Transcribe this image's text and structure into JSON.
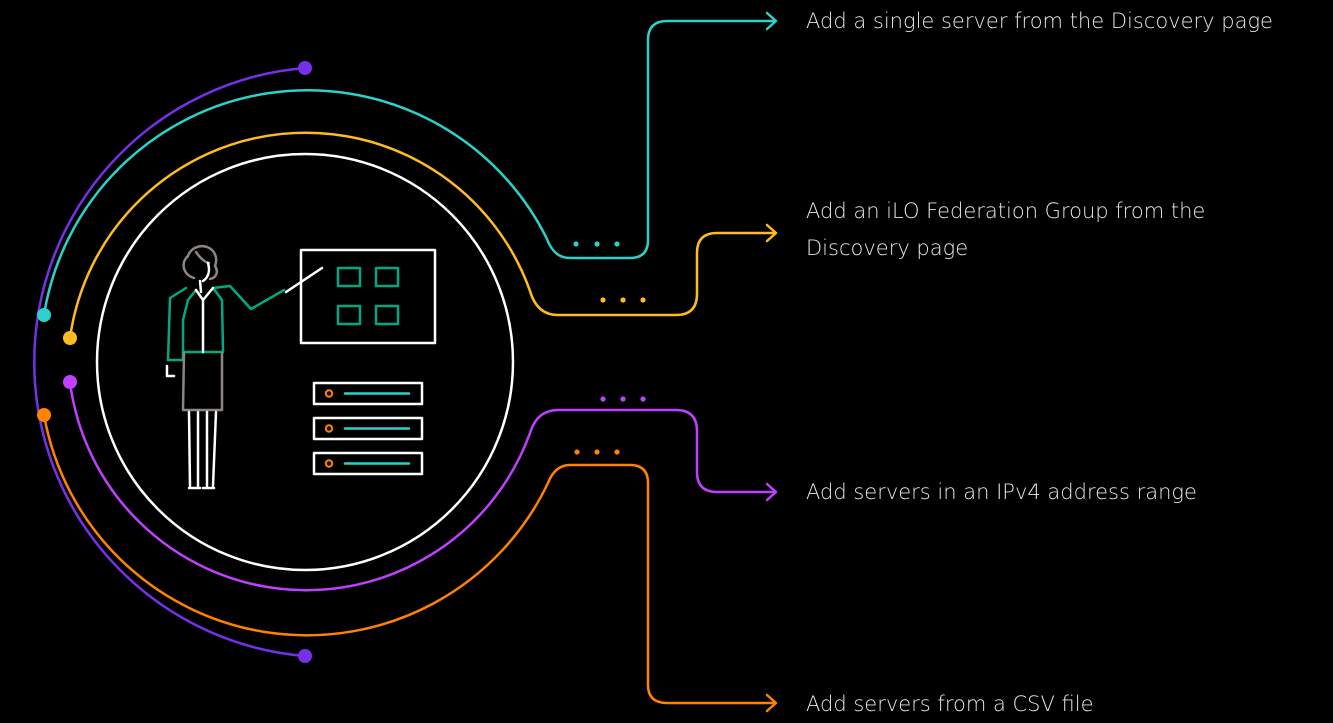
{
  "options": [
    {
      "line1": "Add a single server from the Discovery page",
      "line2": "",
      "color": "#2ad2c9"
    },
    {
      "line1": "Add an iLO Federation Group from the",
      "line2": "Discovery page",
      "color": "#ffbc1f"
    },
    {
      "line1": "Add servers in an IPv4 address range",
      "line2": "",
      "color": "#c140ff"
    },
    {
      "line1": "Add servers from a CSV file",
      "line2": "",
      "color": "#ff8300"
    }
  ],
  "colors": {
    "background": "#000000",
    "outer_ring": "#7630ea",
    "inner_circle": "#ffffff",
    "text": "#e6e6e6",
    "accent_green": "#01a982"
  },
  "icons": [
    "presenter-icon",
    "server-rack-icon",
    "presentation-board-icon"
  ]
}
